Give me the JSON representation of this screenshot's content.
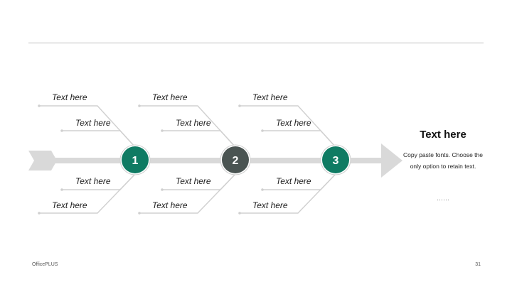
{
  "slide": {
    "footer_brand": "OfficePLUS",
    "page_number": "31"
  },
  "fishbone": {
    "nodes": [
      {
        "number": "1",
        "color": "#0f7b63"
      },
      {
        "number": "2",
        "color": "#4a5452"
      },
      {
        "number": "3",
        "color": "#0f7b63"
      }
    ],
    "labels": {
      "upper_outer": [
        "Text here",
        "Text here",
        "Text here"
      ],
      "upper_inner": [
        "Text here",
        "Text here",
        "Text here"
      ],
      "lower_inner": [
        "Text here",
        "Text here",
        "Text here"
      ],
      "lower_outer": [
        "Text here",
        "Text here",
        "Text here"
      ]
    },
    "spine_color": "#d9d9d9",
    "bone_color": "#d0d0d0"
  },
  "panel": {
    "title": "Text here",
    "body": "Copy paste fonts. Choose the only option to retain text.",
    "ellipsis": "……"
  }
}
